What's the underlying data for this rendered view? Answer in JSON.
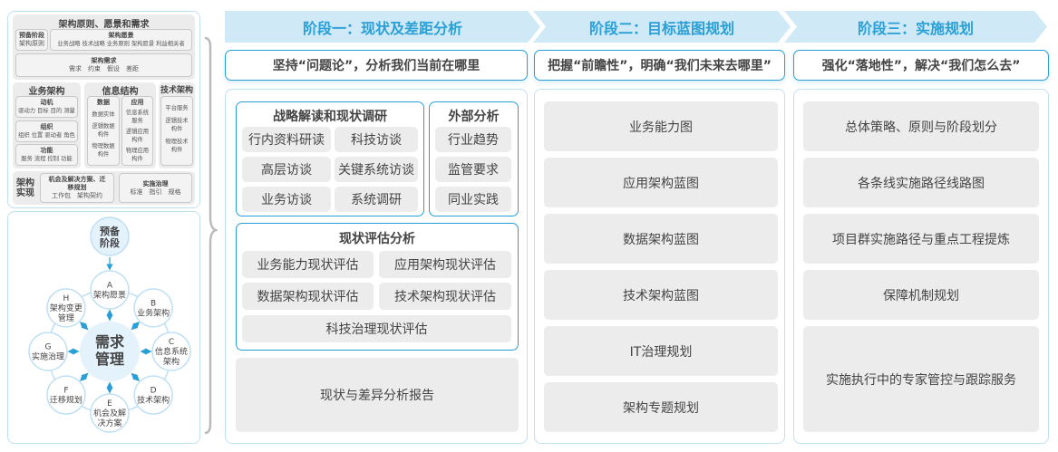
{
  "left_top": {
    "principles": {
      "title": "架构原则、愿景和需求",
      "prelim": {
        "title": "预备阶段",
        "items": "架构原则"
      },
      "vision": {
        "title": "架构愿景",
        "items": "业务战略 技术战略 业务原则 架构愿景 利益相关者"
      },
      "requirements": {
        "title": "架构需求",
        "items": "需求　约束　假设　差距"
      }
    },
    "business": {
      "title": "业务架构",
      "groups": [
        {
          "title": "动机",
          "items": "驱动力 目标 目的 测量"
        },
        {
          "title": "组织",
          "items": "组织 位置 驱动者 角色"
        },
        {
          "title": "功能",
          "items": "服务 流程 控制 功能"
        }
      ]
    },
    "information": {
      "title": "信息结构",
      "data": {
        "title": "数据",
        "items": [
          "数据实体",
          "逻辑数据构件",
          "物理数据构件"
        ]
      },
      "app": {
        "title": "应用",
        "items": [
          "信息系统服务",
          "逻辑应用构件",
          "物理应用构件"
        ]
      }
    },
    "technology": {
      "title": "技术架构",
      "items": [
        "平台服务",
        "逻辑技术构件",
        "物理技术构件"
      ]
    },
    "realization": {
      "title": "架构实现",
      "opportunities": {
        "title": "机会及解决方案、迁移规划",
        "items": "工作包　架构契约"
      },
      "governance": {
        "title": "实施治理",
        "items": "标准　指引　规格"
      }
    }
  },
  "cycle": {
    "center": "需求管理",
    "prelim": "预备阶段",
    "nodes": [
      {
        "letter": "A",
        "label": "架构愿景"
      },
      {
        "letter": "B",
        "label": "业务架构"
      },
      {
        "letter": "C",
        "label": "信息系统架构"
      },
      {
        "letter": "D",
        "label": "技术架构"
      },
      {
        "letter": "E",
        "label": "机会及解决方案"
      },
      {
        "letter": "F",
        "label": "迁移规划"
      },
      {
        "letter": "G",
        "label": "实施治理"
      },
      {
        "letter": "H",
        "label": "架构变更管理"
      }
    ]
  },
  "stages": [
    {
      "title": "阶段一：现状及差距分析",
      "subtitle": "坚持“问题论”，分析我们当前在哪里",
      "strategy": {
        "title": "战略解读和现状调研",
        "items": [
          "行内资料研读",
          "科技访谈",
          "高层访谈",
          "关键系统访谈",
          "业务访谈",
          "系统调研"
        ]
      },
      "external": {
        "title": "外部分析",
        "items": [
          "行业趋势",
          "监管要求",
          "同业实践"
        ]
      },
      "assessment": {
        "title": "现状评估分析",
        "items": [
          "业务能力现状评估",
          "应用架构现状评估",
          "数据架构现状评估",
          "技术架构现状评估",
          "科技治理现状评估"
        ]
      },
      "report": "现状与差异分析报告"
    },
    {
      "title": "阶段二：目标蓝图规划",
      "subtitle": "把握“前瞻性”，明确“我们未来去哪里”",
      "items": [
        "业务能力图",
        "应用架构蓝图",
        "数据架构蓝图",
        "技术架构蓝图",
        "IT治理规划",
        "架构专题规划"
      ]
    },
    {
      "title": "阶段三：实施规划",
      "subtitle": "强化“落地性”，解决“我们怎么去”",
      "items": [
        "总体策略、原则与阶段划分",
        "各条线实施路径线路图",
        "项目群实施路径与重点工程提炼",
        "保障机制规划",
        "实施执行中的专家管控与跟踪服务"
      ]
    }
  ],
  "colors": {
    "accent": "#2a9fd6",
    "header_bg": "#cfe9f7",
    "box_gray": "#ececec",
    "circle_fill": "#e3f2fb"
  }
}
